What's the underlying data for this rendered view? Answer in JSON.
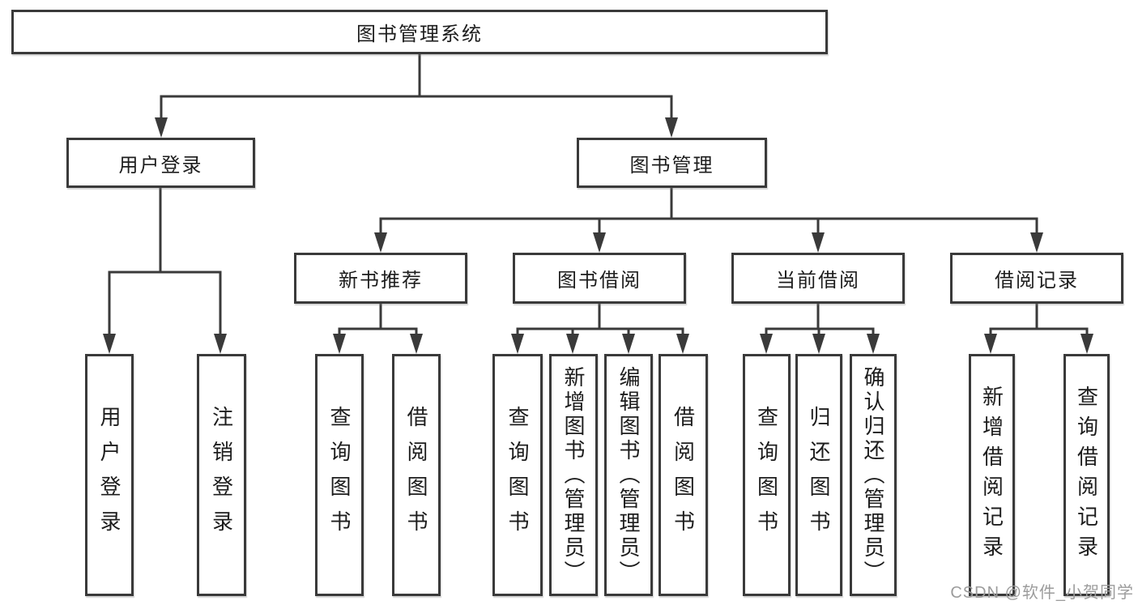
{
  "diagram_title": "图书管理系统",
  "nodes": [
    {
      "id": "root",
      "label": "图书管理系统",
      "level": 1,
      "parent": null
    },
    {
      "id": "user-login",
      "label": "用户登录",
      "level": 2,
      "parent": "root"
    },
    {
      "id": "book-mgmt",
      "label": "图书管理",
      "level": 2,
      "parent": "root"
    },
    {
      "id": "new-book-rec",
      "label": "新书推荐",
      "level": 3,
      "parent": "book-mgmt"
    },
    {
      "id": "book-borrow",
      "label": "图书借阅",
      "level": 3,
      "parent": "book-mgmt"
    },
    {
      "id": "current-borrow",
      "label": "当前借阅",
      "level": 3,
      "parent": "book-mgmt"
    },
    {
      "id": "borrow-records",
      "label": "借阅记录",
      "level": 3,
      "parent": "book-mgmt"
    },
    {
      "id": "leaf-user-login",
      "label": "用户登录",
      "level": 4,
      "parent": "user-login"
    },
    {
      "id": "leaf-logout",
      "label": "注销登录",
      "level": 4,
      "parent": "user-login"
    },
    {
      "id": "leaf-query-book-1",
      "label": "查询图书",
      "level": 4,
      "parent": "new-book-rec"
    },
    {
      "id": "leaf-borrow-book-1",
      "label": "借阅图书",
      "level": 4,
      "parent": "new-book-rec"
    },
    {
      "id": "leaf-query-book-2",
      "label": "查询图书",
      "level": 4,
      "parent": "book-borrow"
    },
    {
      "id": "leaf-add-book",
      "label": "新增图书（管理员）",
      "level": 4,
      "parent": "book-borrow"
    },
    {
      "id": "leaf-edit-book",
      "label": "编辑图书（管理员）",
      "level": 4,
      "parent": "book-borrow"
    },
    {
      "id": "leaf-borrow-book-2",
      "label": "借阅图书",
      "level": 4,
      "parent": "book-borrow"
    },
    {
      "id": "leaf-query-book-3",
      "label": "查询图书",
      "level": 4,
      "parent": "current-borrow"
    },
    {
      "id": "leaf-return-book",
      "label": "归还图书",
      "level": 4,
      "parent": "current-borrow"
    },
    {
      "id": "leaf-confirm-return",
      "label": "确认归还（管理员）",
      "level": 4,
      "parent": "current-borrow"
    },
    {
      "id": "leaf-add-record",
      "label": "新增借阅记录",
      "level": 4,
      "parent": "borrow-records"
    },
    {
      "id": "leaf-query-record",
      "label": "查询借阅记录",
      "level": 4,
      "parent": "borrow-records"
    }
  ],
  "watermark": {
    "text": "CSDN @软件_小贺同学",
    "color": "#9c9c9c"
  },
  "colors": {
    "line": "#3a3a3a",
    "text": "#1d1d1d",
    "background": "#ffffff"
  }
}
